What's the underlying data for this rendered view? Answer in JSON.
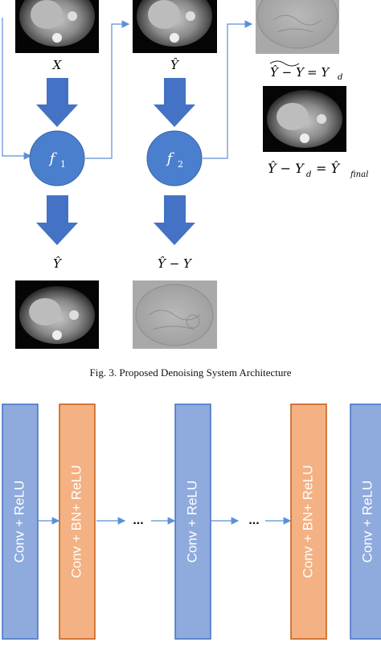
{
  "figure": {
    "caption": "Fig. 3.  Proposed Denoising System Architecture",
    "scans": {
      "x_label": "X",
      "yhat_label": "Ŷ",
      "residual_eq_left": "Ŷ − Y",
      "residual_eq_right": "= Y",
      "residual_eq_sub": "d",
      "final_eq_left": "Ŷ − Y",
      "final_eq_sub1": "d",
      "final_eq_right": "= Ŷ",
      "final_eq_sub2": "final",
      "out1_label": "Ŷ",
      "out2_label": "Ŷ − Y"
    },
    "nodes": {
      "f1_base": "f",
      "f1_sub": "1",
      "f2_base": "f",
      "f2_sub": "2"
    },
    "colors": {
      "arrow_blue": "#4472c4",
      "node_fill": "#4a7fce",
      "connector": "#5b8fd8",
      "conv_fill": "#8faadc",
      "conv_stroke": "#4472c4",
      "bn_fill": "#f4b183",
      "bn_stroke": "#c55a11"
    }
  },
  "network": {
    "blocks": [
      {
        "label": "Conv + ReLU",
        "kind": "conv"
      },
      {
        "label": "Conv + BN+ ReLU",
        "kind": "bn"
      },
      {
        "label": "Conv + ReLU",
        "kind": "conv"
      },
      {
        "label": "Conv + BN+ ReLU",
        "kind": "bn"
      },
      {
        "label": "Conv + ReLU",
        "kind": "conv"
      }
    ],
    "ellipsis": "..."
  }
}
